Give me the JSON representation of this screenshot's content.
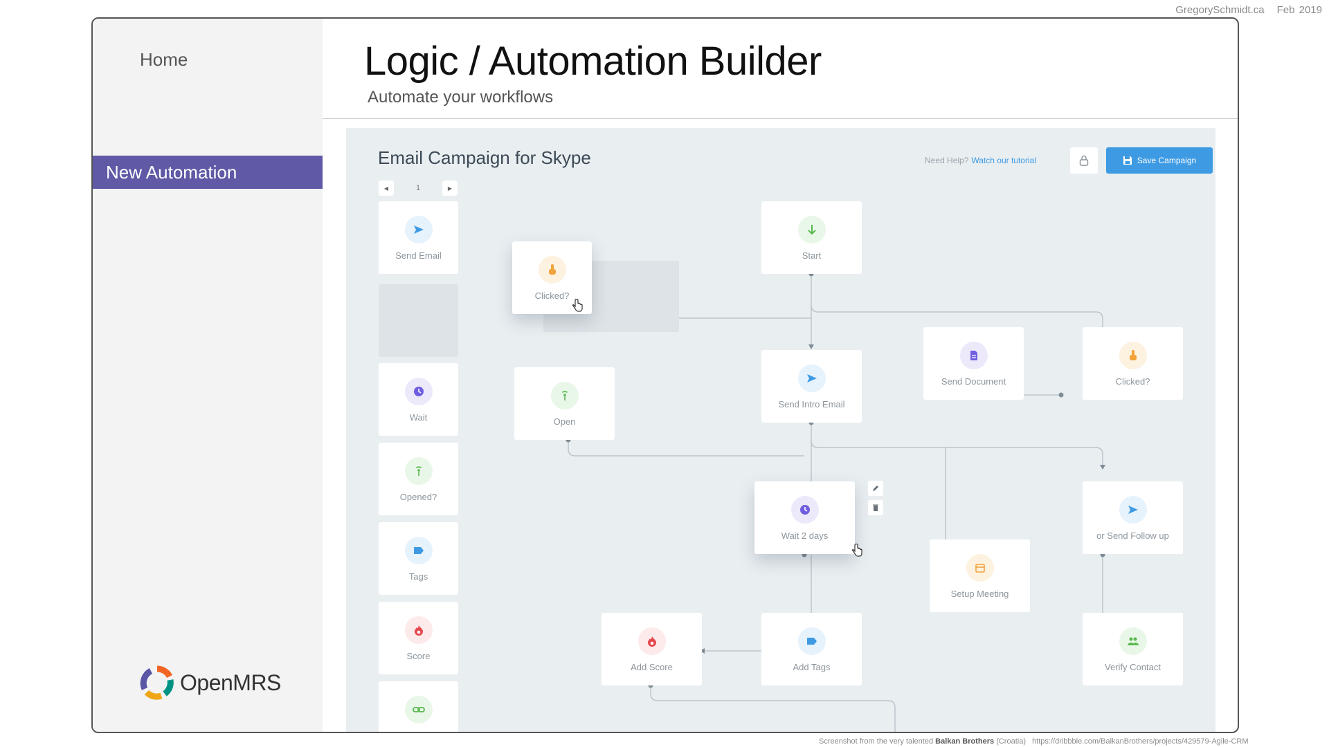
{
  "credits": {
    "site": "GregorySchmidt.ca",
    "date": "Feb 2019",
    "source_prefix": "Screenshot from the very talented",
    "source_name": "Balkan Brothers",
    "source_country": "(Croatia)",
    "source_url": "https://dribbble.com/BalkanBrothers/projects/429579-Agile-CRM"
  },
  "sidebar": {
    "home": "Home",
    "active": "New Automation",
    "logo_text": "OpenMRS"
  },
  "header": {
    "title": "Logic / Automation Builder",
    "subtitle": "Automate your workflows"
  },
  "canvas": {
    "title": "Email Campaign for Skype",
    "help_prefix": "Need Help?",
    "help_link": "Watch our tutorial",
    "save_label": "Save Campaign",
    "page": "1"
  },
  "palette": [
    {
      "label": "Send Email",
      "icon": "send-icon"
    },
    {
      "label": "Wait",
      "icon": "clock-icon"
    },
    {
      "label": "Opened?",
      "icon": "signal-icon"
    },
    {
      "label": "Tags",
      "icon": "tag-icon"
    },
    {
      "label": "Score",
      "icon": "fire-icon"
    },
    {
      "label": "",
      "icon": "link-icon"
    }
  ],
  "flow": {
    "dragged": "Clicked?",
    "open": "Open",
    "start": "Start",
    "send_intro": "Send Intro Email",
    "send_document": "Send Document",
    "clicked": "Clicked?",
    "wait": "Wait 2 days",
    "setup_meeting": "Setup Meeting",
    "follow_up": "or Send Follow up",
    "add_score": "Add Score",
    "add_tags": "Add Tags",
    "verify_contact": "Verify Contact"
  },
  "colors": {
    "accent": "#5f59a6",
    "primary": "#3e9be3",
    "canvas_bg": "#e9eef1"
  }
}
